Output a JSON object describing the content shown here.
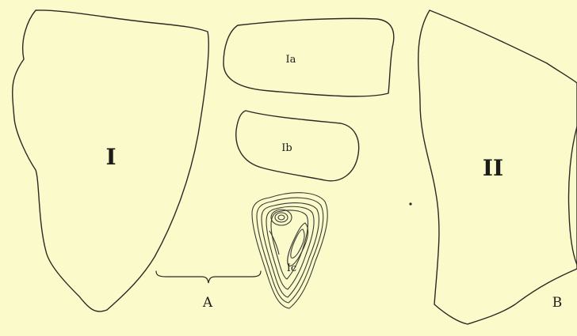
{
  "labels": {
    "fragment_I": "I",
    "fragment_Ia": "Ia",
    "fragment_Ib": "Ib",
    "fragment_Ic": "Ic",
    "fragment_II": "II",
    "group_A": "A",
    "group_B": "B"
  }
}
